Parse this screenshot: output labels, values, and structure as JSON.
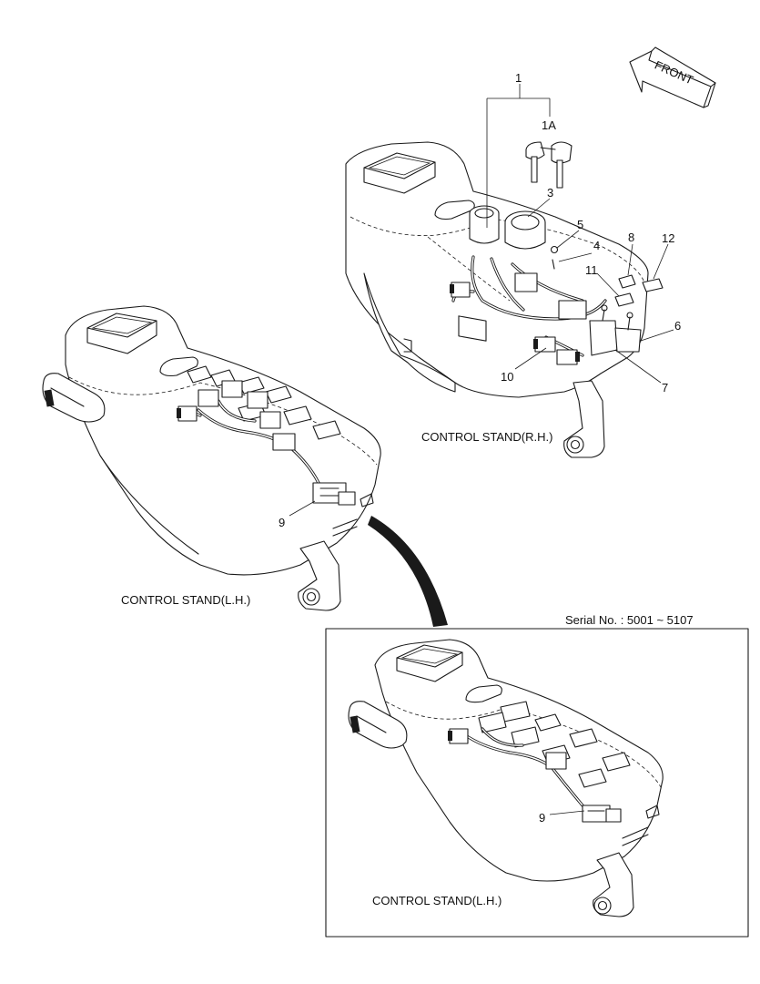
{
  "front_label": "FRONT",
  "captions": {
    "rh": "CONTROL STAND(R.H.)",
    "lh": "CONTROL STAND(L.H.)",
    "lh_inset": "CONTROL STAND(L.H.)"
  },
  "serial": "Serial No. : 5001 ~ 5107",
  "callouts": {
    "c1": "1",
    "c1a": "1A",
    "c3": "3",
    "c4": "4",
    "c5": "5",
    "c6": "6",
    "c7": "7",
    "c8": "8",
    "c9": "9",
    "c9_inset": "9",
    "c10": "10",
    "c11": "11",
    "c12": "12"
  }
}
